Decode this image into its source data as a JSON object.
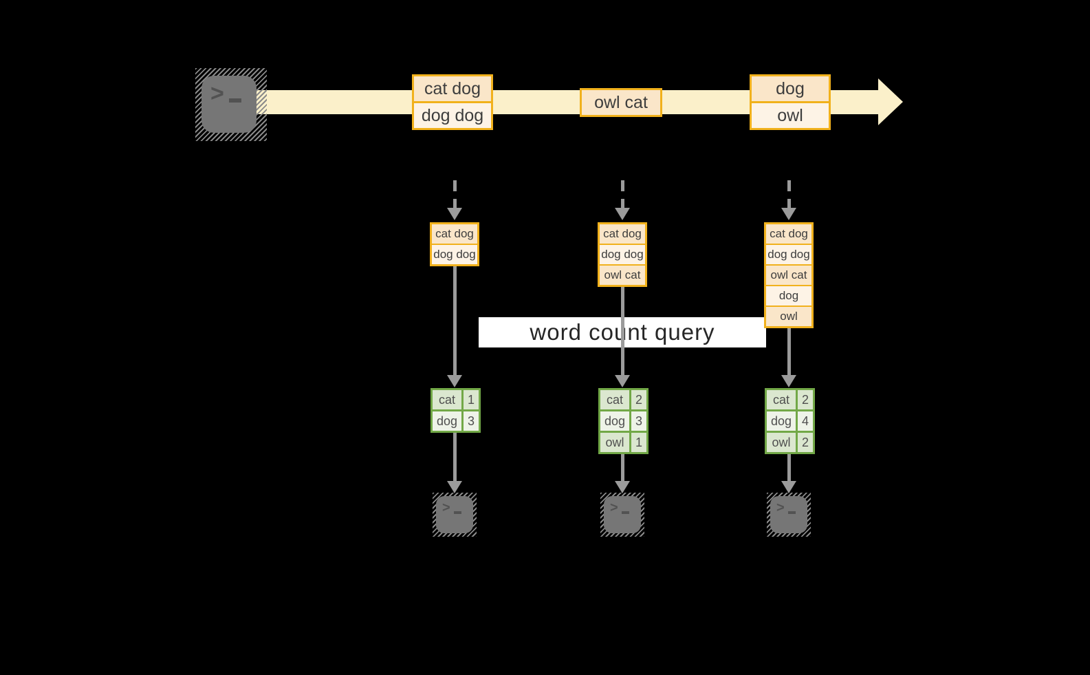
{
  "diagram": {
    "query_label": "word count query",
    "stream_batches": [
      {
        "items": [
          "cat dog",
          "dog dog"
        ]
      },
      {
        "items": [
          "owl cat"
        ]
      },
      {
        "items": [
          "dog",
          "owl"
        ]
      }
    ],
    "micro_batches": [
      {
        "buffer": [
          "cat dog",
          "dog dog"
        ],
        "counts": [
          [
            "cat",
            "1"
          ],
          [
            "dog",
            "3"
          ]
        ]
      },
      {
        "buffer": [
          "cat dog",
          "dog dog",
          "owl cat"
        ],
        "counts": [
          [
            "cat",
            "2"
          ],
          [
            "dog",
            "3"
          ],
          [
            "owl",
            "1"
          ]
        ]
      },
      {
        "buffer": [
          "cat dog",
          "dog dog",
          "owl cat",
          "dog",
          "owl"
        ],
        "counts": [
          [
            "cat",
            "2"
          ],
          [
            "dog",
            "4"
          ],
          [
            "owl",
            "2"
          ]
        ]
      }
    ]
  },
  "icons": {
    "source_terminal": "terminal-icon",
    "receiver_terminal": "terminal-icon",
    "prompt_chevron": ">"
  },
  "colors": {
    "background": "#000000",
    "stream_band": "#FBF0CA",
    "gold_border": "#F1B11C",
    "peach_dark": "#FAE6C9",
    "peach_light": "#FDF3E6",
    "green_border": "#72A847",
    "green_dark": "#DBE7CF",
    "green_light": "#EEF3E8",
    "arrow_gray": "#9B9B9B",
    "terminal_gray": "#767676",
    "query_bg": "#FFFFFF"
  }
}
